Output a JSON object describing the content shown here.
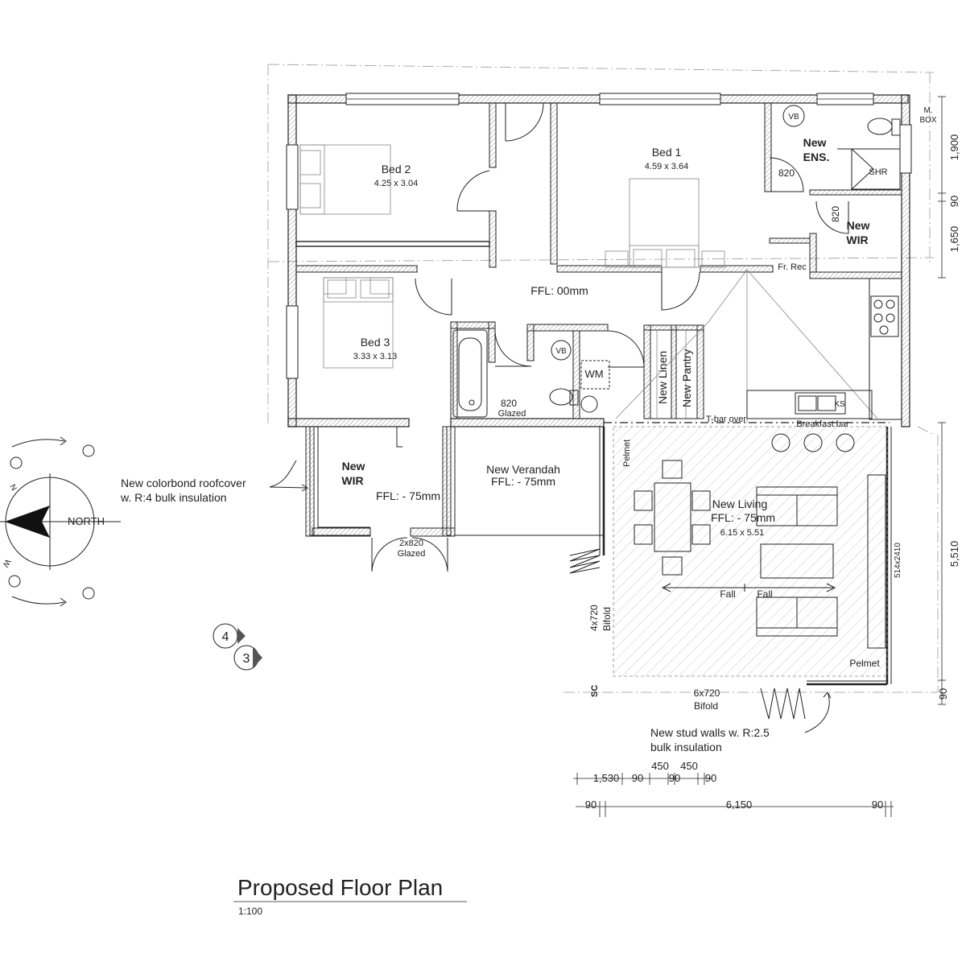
{
  "drawing": {
    "title": "Proposed Floor Plan",
    "scale": "1:100"
  },
  "rooms": {
    "bed2": {
      "name": "Bed 2",
      "size": "4.25 x 3.04"
    },
    "bed1": {
      "name": "Bed 1",
      "size": "4.59 x 3.64"
    },
    "bed3": {
      "name": "Bed 3",
      "size": "3.33 x 3.13"
    },
    "ensuite": {
      "line1": "New",
      "line2": "ENS."
    },
    "wir_master": {
      "line1": "New",
      "line2": "WIR"
    },
    "wir_verandah": {
      "line1": "New",
      "line2": "WIR"
    },
    "hall_ffl": "FFL: 00mm",
    "verandah": {
      "line1": "New Verandah",
      "line2": "FFL: - 75mm"
    },
    "wir_ffl": "FFL: - 75mm",
    "living": {
      "line1": "New Living",
      "line2": "FFL: - 75mm",
      "size": "6.15 x 5.51"
    },
    "linen": "New Linen",
    "pantry": "New Pantry",
    "wm": "WM",
    "fr_rec": "Fr. Rec",
    "shr": "SHR",
    "vb1": "VB",
    "vb2": "VB",
    "ks": "KS",
    "m_box_1": "M.",
    "m_box_2": "BOX"
  },
  "labels": {
    "door_820_ens": "820",
    "door_820_wir": "820",
    "door_820_bath": "820",
    "glazed_bath": "Glazed",
    "door_2x820": "2x820",
    "glazed_2x820": "Glazed",
    "tbar": "T-bar over",
    "breakfast_bar": "Breakfast bar",
    "pelmet_left": "Pelmet",
    "pelmet_right": "Pelmet",
    "fall_1": "Fall",
    "fall_2": "Fall",
    "window_side": "514x2410",
    "bifold_left_1": "4x720",
    "bifold_left_2": "Bifold",
    "bifold_bottom_1": "6x720",
    "bifold_bottom_2": "Bifold",
    "sc": "SC",
    "roof_note_1": "New colorbond roofcover",
    "roof_note_2": "w. R:4 bulk insulation",
    "stud_note_1": "New stud walls w. R:2.5",
    "stud_note_2": "bulk insulation",
    "north": "NORTH",
    "compass_n": "N",
    "compass_w": "W",
    "section_4": "4",
    "section_3": "3"
  },
  "dimensions": {
    "right": [
      "1,900",
      "90",
      "1,650",
      "5,510",
      "90"
    ],
    "bottom_row1": [
      "1,530",
      "90",
      "450",
      "90",
      "450",
      "90"
    ],
    "bottom_row2": [
      "90",
      "6,150",
      "90"
    ]
  }
}
